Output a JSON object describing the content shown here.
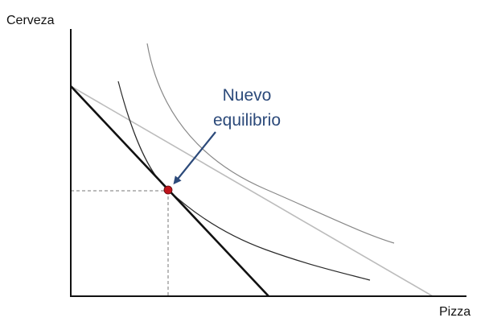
{
  "diagram": {
    "axes": {
      "y_label": "Cerveza",
      "x_label": "Pizza"
    },
    "annotation": {
      "line1": "Nuevo",
      "line2": "equilibrio"
    },
    "elements": {
      "new_budget_line": "black, steeper",
      "original_budget_line": "light gray, flatter",
      "inner_indifference_curve": "dark gray, tangent at new equilibrium",
      "outer_indifference_curve": "gray, tangent to original budget line",
      "equilibrium_point": "red dot",
      "guide_lines": "dashed"
    },
    "colors": {
      "annotation": "#2c4a7a",
      "point": "#c0141b",
      "new_budget_line": "#111111",
      "original_budget_line": "#bcbcbc",
      "inner_curve": "#2a2a2a",
      "outer_curve": "#888888",
      "dashed": "#777777",
      "axes": "#111111"
    }
  }
}
